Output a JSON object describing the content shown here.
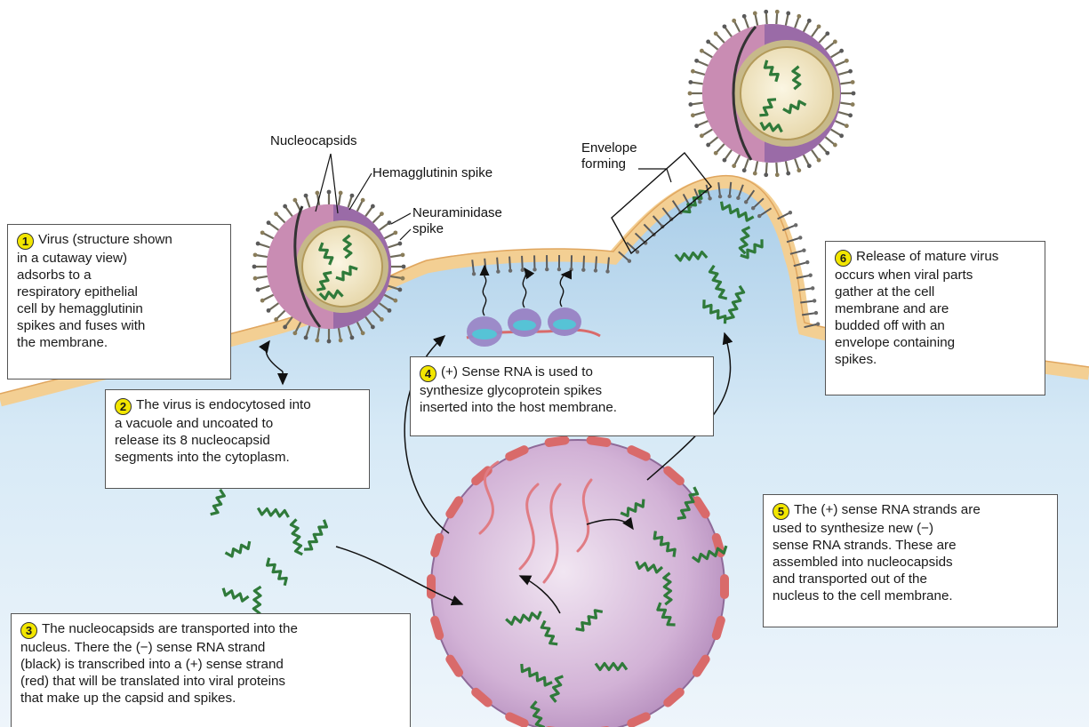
{
  "colors": {
    "cytoplasm": "#cfe4f3",
    "membrane": "#f6d8a8",
    "nucleus": "#c9a6cf",
    "nuclear_pore": "#d96a6a",
    "rna_plus": "#e06f78",
    "nucleocapsid": "#2f7a3a",
    "virus_envelope": "#b05a8a",
    "badge": "#f2e600"
  },
  "labels": {
    "nucleocapsids": "Nucleocapsids",
    "hemagglutinin": "Hemagglutinin spike",
    "neuraminidase": "Neuraminidase\nspike",
    "envelope": "Envelope\nforming"
  },
  "steps": [
    {
      "num": "1",
      "text": "Virus (structure shown\nin a cutaway view)\nadsorbs to a\nrespiratory epithelial\ncell by hemagglutinin\nspikes and fuses with\nthe membrane."
    },
    {
      "num": "2",
      "text": "The virus is endocytosed into\na vacuole and uncoated to\nrelease its 8 nucleocapsid\nsegments into the cytoplasm."
    },
    {
      "num": "3",
      "text": "The nucleocapsids are transported into the\nnucleus. There the (−) sense RNA strand\n(black) is transcribed into a (+) sense strand\n(red) that will be translated into viral proteins\nthat make up the capsid and spikes."
    },
    {
      "num": "4",
      "text": "(+) Sense RNA is used to\nsynthesize glycoprotein spikes\ninserted into the host membrane."
    },
    {
      "num": "5",
      "text": "The (+) sense RNA strands are\nused to synthesize new (−)\nsense RNA strands. These are\nassembled into nucleocapsids\nand transported out of the\nnucleus to the cell membrane."
    },
    {
      "num": "6",
      "text": "Release of mature virus\noccurs when viral parts\ngather at the cell\nmembrane and are\nbudded off with an\nenvelope containing\nspikes."
    }
  ]
}
